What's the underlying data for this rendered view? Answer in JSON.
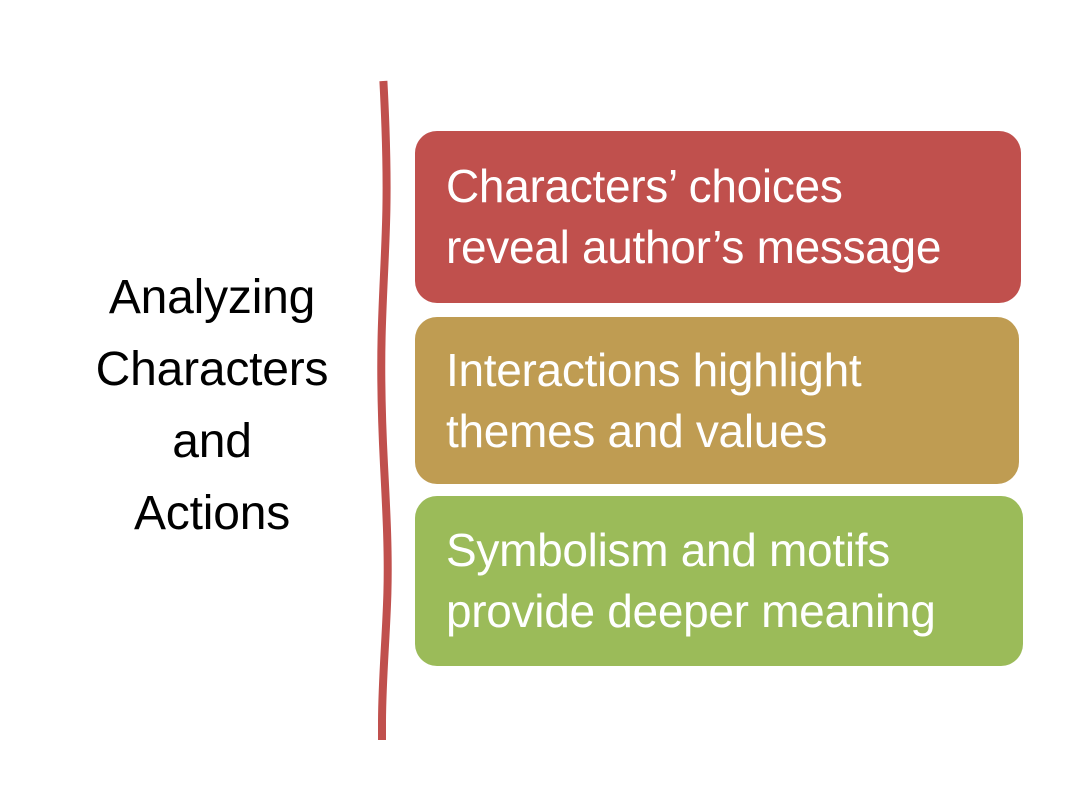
{
  "slide": {
    "background_color": "#ffffff",
    "title": {
      "text": "Analyzing Characters and Actions",
      "lines": "Analyzing\nCharacters\nand\nActions",
      "color": "#000000"
    },
    "divider": {
      "name": "vertical-brush-stroke",
      "color": "#C0504D"
    },
    "items": [
      {
        "label": "Characters’ choices reveal author’s message",
        "lines": "Characters’ choices\nreveal author’s message",
        "color": "#C0504D",
        "text_color": "#ffffff"
      },
      {
        "label": "Interactions highlight themes and values",
        "lines": "Interactions highlight\nthemes and values",
        "color": "#BF9C52",
        "text_color": "#ffffff"
      },
      {
        "label": "Symbolism and motifs provide deeper meaning",
        "lines": "Symbolism and motifs\nprovide deeper meaning",
        "color": "#9BBB59",
        "text_color": "#ffffff"
      }
    ]
  }
}
